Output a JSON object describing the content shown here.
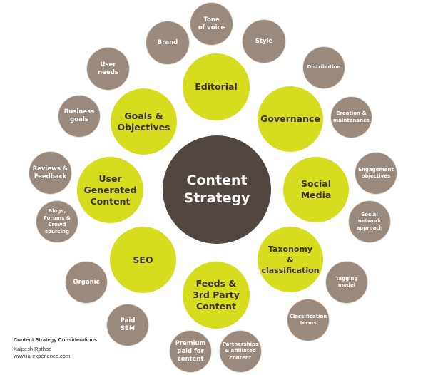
{
  "diagram": {
    "center": {
      "label": "Content\nStrategy",
      "color": "#524641"
    },
    "colors": {
      "main": "#d6dc1e",
      "sub": "#9a8a7d",
      "main_text": "#3a3330",
      "sub_text": "#ffffff"
    },
    "main_topics": [
      {
        "label": "Editorial",
        "subtopics": [
          "Brand",
          "Tone\nof voice",
          "Style"
        ]
      },
      {
        "label": "Governance",
        "subtopics": [
          "Distribution",
          "Creation &\nmaintenance"
        ]
      },
      {
        "label": "Social\nMedia",
        "subtopics": [
          "Engagement\nobjectives",
          "Social\nnetwork\napproach"
        ]
      },
      {
        "label": "Taxonomy\n& classification",
        "subtopics": [
          "Tagging\nmodel",
          "Classification\nterms"
        ]
      },
      {
        "label": "Feeds &\n3rd Party\nContent",
        "subtopics": [
          "Premium\npaid for\ncontent",
          "Partnerships\n& affiliated\ncontent"
        ]
      },
      {
        "label": "SEO",
        "subtopics": [
          "Organic",
          "Paid\nSEM"
        ]
      },
      {
        "label": "User\nGenerated\nContent",
        "subtopics": [
          "Reviews &\nFeedback",
          "Blogs,\nForums &\nCrowd\nsourcing"
        ]
      },
      {
        "label": "Goals &\nObjectives",
        "subtopics": [
          "Business\ngoals",
          "User\nneeds"
        ]
      }
    ]
  },
  "caption": {
    "title": "Content Strategy Considerations",
    "author": "Kalpesh Rathod",
    "website": "www.ia-experience.com"
  }
}
